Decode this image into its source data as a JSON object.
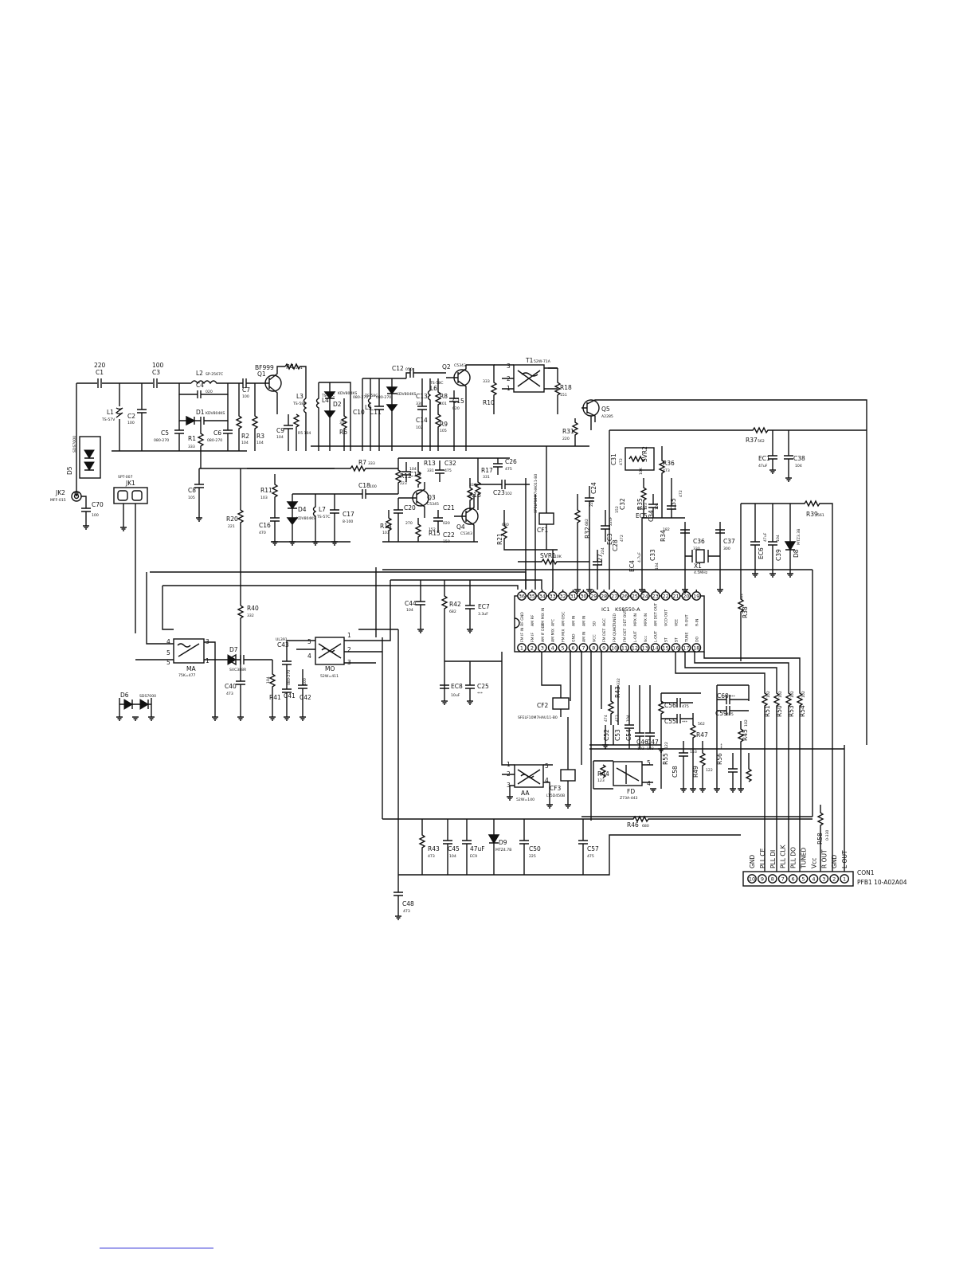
{
  "labels": {
    "C1": "C1",
    "C1_val": "220",
    "C3": "C3",
    "C3_val": "100",
    "L2": "L2",
    "L2_val": "SP-2567C",
    "C4": "C4",
    "C4_val": "020",
    "D1": "D1",
    "D1_val": "KDV804KS",
    "C5": "C5",
    "C5_val": "080-270",
    "C6": "C6",
    "C6_val": "080-270",
    "R1": "R1",
    "R1_val": "333",
    "L1": "L1",
    "L1_val": "TS-57V",
    "C2": "C2",
    "C2_val": "100",
    "R2": "R2",
    "R2_val": "104",
    "C7": "C7",
    "C7_val": "100",
    "Q1": "Q1",
    "Q1_val": "BF999",
    "R3": "R3",
    "R3_val": "104",
    "R4": "R4",
    "R4_val": "271",
    "L3": "L3",
    "L3_val": "TS-58C",
    "C9": "C9",
    "C9_val": "104",
    "L4": "L4",
    "L4_val": "TS-59C",
    "D2": "D2",
    "D2_val": "KDV804KS",
    "R6": "R6",
    "R6_val": "333",
    "C10": "C10",
    "C10_val": "080-270",
    "C11": "C11",
    "C11_val": "080-270",
    "L5": "L5",
    "L5_val": "TS-58C",
    "C12": "C12",
    "C12_val": "050",
    "D3": "D3",
    "D3_val": "KDV804KS",
    "C13": "C13",
    "C13_val": "330",
    "C14": "C14",
    "C14_val": "102",
    "L6": "L6",
    "L6_val": "TS-58C",
    "R8": "R8",
    "R8_val": "101",
    "R9": "R9",
    "R9_val": "105",
    "Q2": "Q2",
    "Q2_val": "C5343",
    "C15": "C15",
    "C15_val": "020",
    "R10": "R10",
    "R10_val": "333",
    "T1": "T1",
    "T1_val": "52W-71A",
    "R18": "R18",
    "R18_val": "151",
    "Q5": "Q5",
    "Q5_val": "A2285",
    "R31": "R31",
    "R31_val": "220",
    "R37": "R37",
    "R37_val": "562",
    "EC1": "EC1",
    "EC1_val": "47uF",
    "C38": "C38",
    "C38_val": "104",
    "R7": "R7",
    "R7_val": "333",
    "R11": "R11",
    "R11_val": "103",
    "C18": "C18",
    "C18_val": "100",
    "R12": "R12",
    "R12_val": "223",
    "C19": "C19",
    "C19_val": "104",
    "R13": "R13",
    "R13_val": "331",
    "C32_top": "C32",
    "C32_top_val": "475",
    "R17": "R17",
    "R17_val": "331",
    "C26": "C26",
    "C26_val": "475",
    "C23": "C23",
    "C23_val": "102",
    "R16": "R16",
    "R16_val": "334",
    "C20": "C20",
    "C20_val": "270",
    "Q3": "Q3",
    "Q3_val": "C5345",
    "C21": "C21",
    "C21_val": "020",
    "R14": "R14",
    "R14_val": "103",
    "R15": "R15",
    "R15_val": "152",
    "C22": "C22",
    "C22_val": "150",
    "Q4": "Q4",
    "Q4_val": "C5343",
    "R21": "R21",
    "R21_val": "680",
    "CF1": "CF1",
    "CF1_val": "SFELF10M7HA011-B0",
    "C8": "C8",
    "C8_val": "105",
    "C16": "C16",
    "C16_val": "470",
    "D4": "D4",
    "D4_val": "KDV804KS",
    "L7": "L7",
    "L7_val": "TS-57C",
    "C17": "C17",
    "C17_val": "8-100",
    "R20": "R20",
    "R20_val": "221",
    "JK2": "JK2",
    "JK2_val": "MFF-015",
    "C70": "C70",
    "C70_val": "100",
    "D5": "D5",
    "D5_val": "SDS7000",
    "JK1": "JK1",
    "JK1_val": "SPT-007",
    "SVR1": "SVR1",
    "SVR1_val": "10K",
    "C24": "C24",
    "C24_val": "224",
    "R32": "R32",
    "R32_val": "682",
    "EC3": "EC3",
    "EC3_val": "22uF",
    "C27": "C27",
    "C27_val": "224",
    "C28": "C28",
    "C28_val": "472",
    "EC4": "EC4",
    "EC4_val": "4.7uF",
    "C31": "C31",
    "C31_val": "472",
    "SVR2": "SVR2",
    "SVR2_val": "10K",
    "R36": "R36",
    "R36_val": "473",
    "C32": "C32",
    "C32_val": "152",
    "R35": "R35",
    "R35_val": "123",
    "C34": "C34",
    "C34_val": "104",
    "EC5": "EC5",
    "EC5_val": "10uF",
    "R34": "R34",
    "R34_val": "182",
    "C33": "C33",
    "C33_val": "104",
    "C35": "C35",
    "C35_val": "472",
    "C36": "C36",
    "C36_val": "330",
    "C37": "C37",
    "C37_val": "300",
    "X1": "X1",
    "X1_val": "4.5MHz",
    "EC6": "EC6",
    "EC6_val": "47uF",
    "C39": "C39",
    "C39_val": "104",
    "D8": "D8",
    "D8_val": "MTZ3.3B",
    "R39": "R39",
    "R39_val": "561",
    "R38": "R38",
    "R38_val": "***",
    "IC1": "IC1",
    "IC1_val": "KS8550-A",
    "C44": "C44",
    "C44_val": "104",
    "R42": "R42",
    "R42_val": "682",
    "EC7": "EC7",
    "EC7_val": "3.3uF",
    "R40": "R40",
    "R40_val": "332",
    "MA": "MA",
    "MA_val": "75K=477",
    "MO": "MO",
    "MO_val": "52W=411",
    "D7": "D7",
    "D7_val": "SVC388R",
    "C43": "C43",
    "C43_val": "UL391",
    "C40": "C40",
    "C40_val": "473",
    "R41": "R41",
    "R41_val": "104",
    "C41": "C41",
    "C41_val": "080-270",
    "C42": "C42",
    "C42_val": "100",
    "D6": "D6",
    "D6_val": "SDS7000",
    "EC8": "EC8",
    "EC8_val": "10uF",
    "C25": "C25",
    "C25_val": "***",
    "CF2": "CF2",
    "CF2_val": "SFELF10M7HAU11-B0",
    "AA": "AA",
    "AA_val": "52W=140",
    "CF3": "CF3",
    "CF3_val": "LT5D450B",
    "R44": "R44",
    "R44_val": "123",
    "FD": "FD",
    "FD_val": "Z73A-443",
    "C52": "C52",
    "C52_val": "474",
    "C53": "C53",
    "C53_val": "473",
    "C54": "C54",
    "C54_val": "104",
    "C46": "C46",
    "C46_val": "103",
    "C47": "C47",
    "C47_val": "103",
    "R45_b": "R43",
    "R45_b_val": "332",
    "C56": "C56",
    "C56_val": "475",
    "C55": "C55",
    "C55_val": "***",
    "R47": "R47",
    "R47_val": "562",
    "R55": "R55",
    "R55_val": "122",
    "C58": "C58",
    "C58_val": "153",
    "R49": "R49",
    "R49_val": "122",
    "R56": "R56",
    "R56_val": "***",
    "C60": "C60",
    "C60_val": "***",
    "C59": "C59",
    "C59_val": "475",
    "R45": "R45",
    "R45_val": "102",
    "R51": "R51",
    "R51_val": "102",
    "R50": "R50",
    "R50_val": "102",
    "R53": "R53",
    "R53_val": "102",
    "R54": "R54",
    "R54_val": "102",
    "R46": "R46",
    "R46_val": "680",
    "R43": "R43",
    "R43_val": "473",
    "C45": "C45",
    "C45_val": "104",
    "EC9": "EC9",
    "EC9_val": "47uF",
    "D9": "D9",
    "D9_val": "MTZ4.7B",
    "C50": "C50",
    "C50_val": "225",
    "C57": "C57",
    "C57_val": "475",
    "C48": "C48",
    "C48_val": "473",
    "R58": "R58",
    "R58_val": "0-330",
    "CON1": "CON1",
    "CON1_val": "PFB1 10-A02A04"
  },
  "ic1_pins_top": [
    {
      "n": "36",
      "name": "RF GND"
    },
    {
      "n": "35",
      "name": "AM RF"
    },
    {
      "n": "34",
      "name": "AM MIX IN"
    },
    {
      "n": "33",
      "name": "AFC"
    },
    {
      "n": "32",
      "name": "AM OSC"
    },
    {
      "n": "31",
      "name": "AM IN"
    },
    {
      "n": "30",
      "name": "AM IN"
    },
    {
      "n": "29",
      "name": "SD"
    },
    {
      "n": "28",
      "name": "AGC"
    },
    {
      "n": "27",
      "name": "TUNED"
    },
    {
      "n": "26",
      "name": "DET OUT"
    },
    {
      "n": "25",
      "name": "MPX IN"
    },
    {
      "n": "24",
      "name": "MPX IN"
    },
    {
      "n": "23",
      "name": "AM DET OUT"
    },
    {
      "n": "22",
      "name": "VCO OUT"
    },
    {
      "n": "21",
      "name": "VEE"
    },
    {
      "n": "20",
      "name": "R-OUT"
    },
    {
      "n": "19",
      "name": "R-IN"
    }
  ],
  "ic1_pins_bottom": [
    {
      "n": "1",
      "name": "FM IF IN"
    },
    {
      "n": "2",
      "name": "FM IF"
    },
    {
      "n": "3",
      "name": "AM IF DET"
    },
    {
      "n": "4",
      "name": "AM MIX"
    },
    {
      "n": "5",
      "name": "FM MIX"
    },
    {
      "n": "6",
      "name": "GND"
    },
    {
      "n": "7",
      "name": "AM IN"
    },
    {
      "n": "8",
      "name": "VCC"
    },
    {
      "n": "9",
      "name": "FM DET"
    },
    {
      "n": "10",
      "name": "FM QUAD"
    },
    {
      "n": "11",
      "name": "FM DET"
    },
    {
      "n": "12",
      "name": "L-OUT"
    },
    {
      "n": "13",
      "name": "Vcc"
    },
    {
      "n": "14",
      "name": "L-OUT"
    },
    {
      "n": "15",
      "name": "ST"
    },
    {
      "n": "16",
      "name": "ST"
    },
    {
      "n": "17",
      "name": "TUNE"
    },
    {
      "n": "18",
      "name": "DO"
    }
  ],
  "connector_pins": [
    {
      "n": "10",
      "name": "GND"
    },
    {
      "n": "9",
      "name": "PLL CE"
    },
    {
      "n": "8",
      "name": "PLL DI"
    },
    {
      "n": "7",
      "name": "PLL CLK"
    },
    {
      "n": "6",
      "name": "PLL DO"
    },
    {
      "n": "5",
      "name": "TUNED"
    },
    {
      "n": "4",
      "name": "Vcc"
    },
    {
      "n": "3",
      "name": "R OUT"
    },
    {
      "n": "2",
      "name": "GND"
    },
    {
      "n": "1",
      "name": "L OUT"
    }
  ],
  "transformer_pins": {
    "t1": [
      "3",
      "2",
      "1"
    ],
    "ma": [
      "4",
      "5",
      "3",
      "1",
      "5"
    ],
    "mo": [
      "1",
      "2",
      "3",
      "5",
      "4"
    ],
    "aa": [
      "1",
      "2",
      "3",
      "5",
      "4"
    ],
    "fd": [
      "5",
      "4"
    ]
  }
}
